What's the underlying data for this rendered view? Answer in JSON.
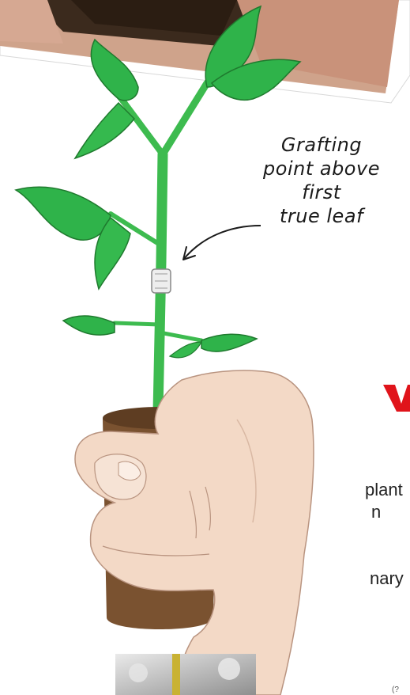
{
  "callout": {
    "lines": [
      "Grafting",
      "point above",
      "first",
      "true leaf"
    ]
  },
  "body_fragments": {
    "line1": "plant",
    "line2": "n",
    "line3": "nary"
  },
  "page_marker": "(?",
  "colors": {
    "leaf": "#2fb34a",
    "leaf_dark": "#1f7a2e",
    "stem": "#3dbb4f",
    "skin": "#f3d9c6",
    "skin_shadow": "#d9b8a3",
    "pot": "#7a5230",
    "pot_dark": "#5e3d22",
    "heading_red": "#e0141b"
  }
}
